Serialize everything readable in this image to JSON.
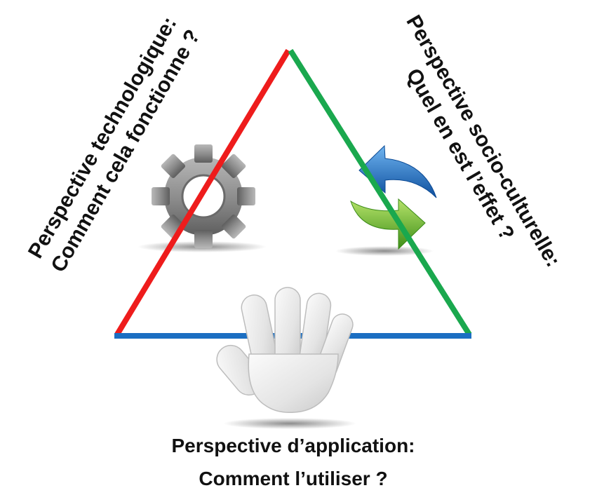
{
  "perspectives": {
    "technological": {
      "line1": "Perspective technologique:",
      "line2": "Comment cela fonctionne ?",
      "color": "#ee1c1c",
      "icon": "gear-icon"
    },
    "sociocultural": {
      "line1": "Perspective socio-culturelle:",
      "line2": "Quel en est l’effet ?",
      "color": "#1aa84e",
      "icon": "refresh-arrows-icon"
    },
    "application": {
      "line1": "Perspective d’application:",
      "line2": "Comment l’utiliser ?",
      "color": "#1b6ec2",
      "icon": "hand-icon"
    }
  }
}
